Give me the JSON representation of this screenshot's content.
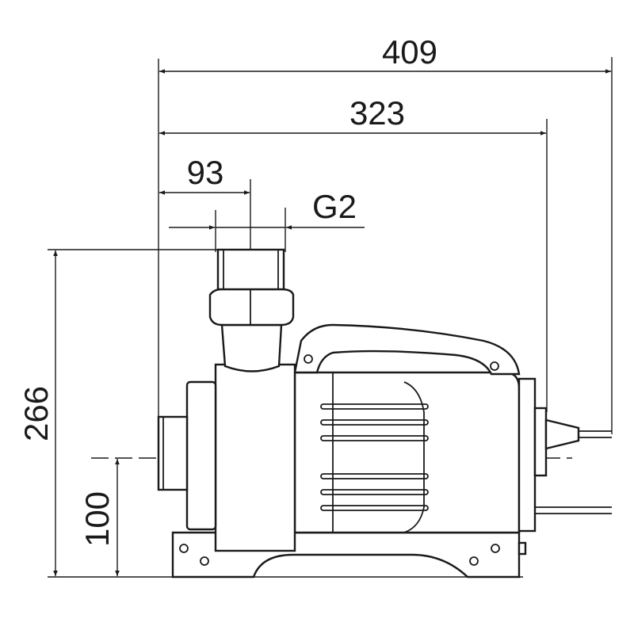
{
  "drawing": {
    "dimensions": {
      "overall_length": "409",
      "body_length": "323",
      "outlet_offset": "93",
      "outlet_thread": "G2",
      "overall_height": "266",
      "axis_height": "100"
    },
    "line_color": "#1a1a1a"
  }
}
